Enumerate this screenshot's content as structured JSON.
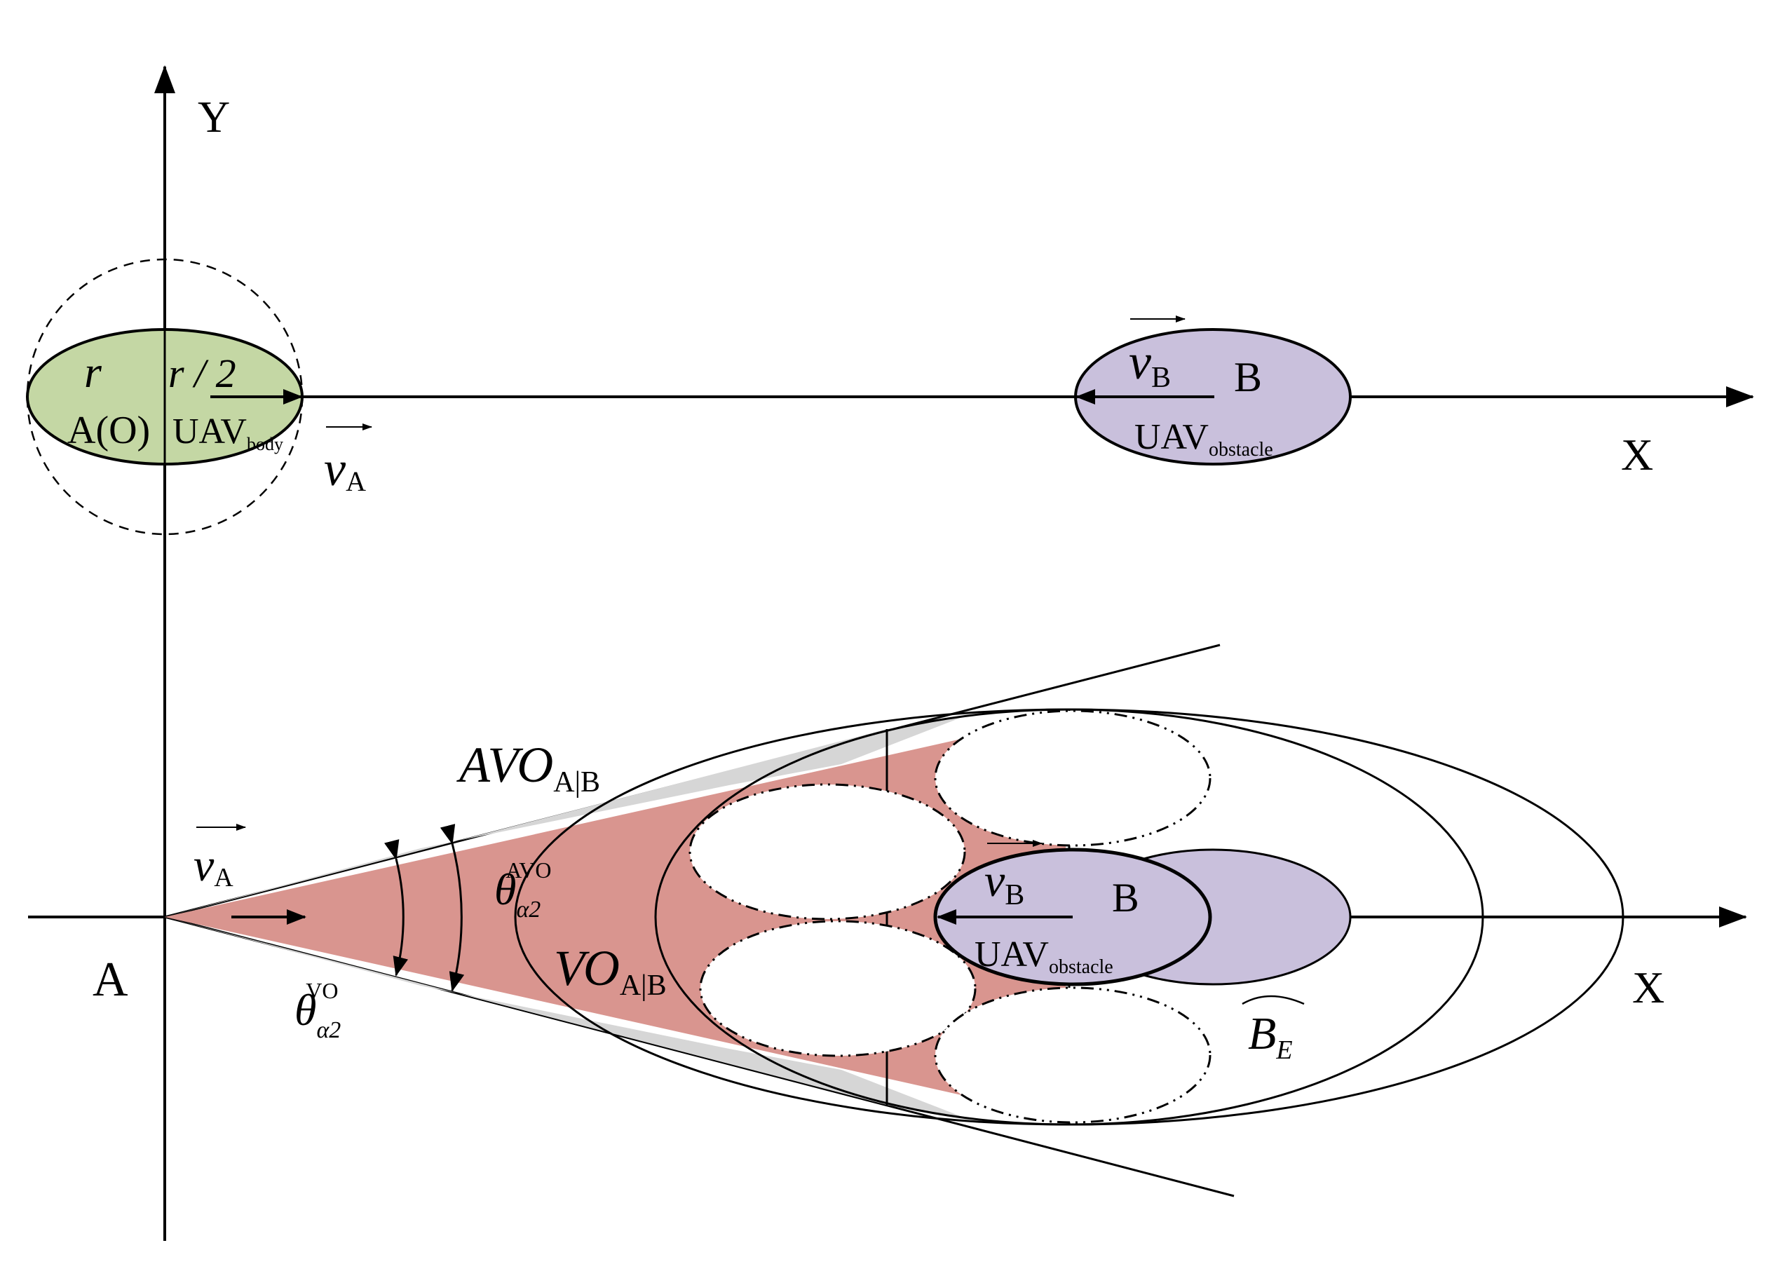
{
  "colors": {
    "uav_body": "#c4d7a4",
    "uav_obstacle": "#c9c0dc",
    "vo_region": "#d9958f",
    "avo_margin": "#d6d6d6",
    "line": "#000000"
  },
  "axes": {
    "y_label": "Y",
    "x_label_top": "X",
    "x_label_bottom": "X",
    "origin_label_bottom": "A"
  },
  "top": {
    "radius_label": "r",
    "half_radius_label": "r / 2",
    "origin_label": "A(O)",
    "uav_body": {
      "main": "UAV",
      "sub": "body"
    },
    "velocity_a": {
      "main": "v",
      "sub": "A"
    },
    "velocity_b": {
      "main": "v",
      "sub": "B"
    },
    "b_label": "B",
    "uav_obstacle": {
      "main": "UAV",
      "sub": "obstacle"
    }
  },
  "bottom": {
    "avo_label": {
      "main": "AVO",
      "sub": "A|B"
    },
    "vo_label": {
      "main": "VO",
      "sub": "A|B"
    },
    "velocity_a": {
      "main": "v",
      "sub": "A"
    },
    "velocity_b": {
      "main": "v",
      "sub": "B"
    },
    "b_label": "B",
    "uav_obstacle": {
      "main": "UAV",
      "sub": "obstacle"
    },
    "theta_avo": {
      "main": "θ",
      "sub": "α2",
      "sup": "AVO"
    },
    "theta_vo": {
      "main": "θ",
      "sub": "α2",
      "sup": "VO"
    },
    "b_e": {
      "main": "B",
      "sub": "E"
    }
  }
}
